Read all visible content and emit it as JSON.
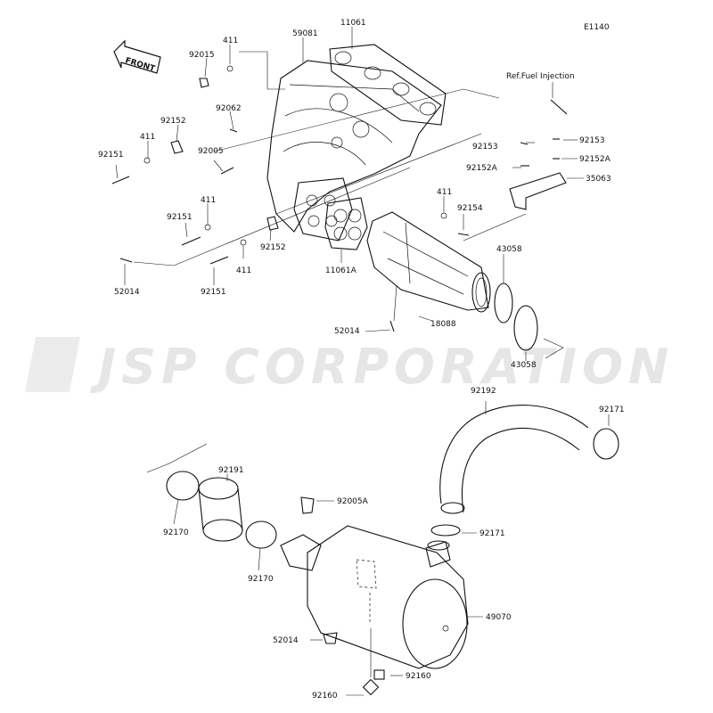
{
  "diagram_code": "E1140",
  "watermark": "JSP CORPORATION",
  "front_arrow_label": "FRONT",
  "ref_note": "Ref.Fuel Injection",
  "labels": {
    "p411_a": "411",
    "p59081": "59081",
    "p11061": "11061",
    "p92015": "92015",
    "p92062": "92062",
    "p92152_a": "92152",
    "p411_b": "411",
    "p92151_a": "92151",
    "p92005": "92005",
    "p411_c": "411",
    "p92151_b": "92151",
    "p92152_b": "92152",
    "p411_d": "411",
    "p52014_a": "52014",
    "p92151_c": "92151",
    "p11061A": "11061A",
    "p92153_a": "92153",
    "p92153_b": "92153",
    "p92152A_a": "92152A",
    "p92152A_b": "92152A",
    "p35063": "35063",
    "p411_e": "411",
    "p92154": "92154",
    "p43058_a": "43058",
    "p43058_b": "43058",
    "p18088": "18088",
    "p52014_b": "52014",
    "p92192": "92192",
    "p92171_a": "92171",
    "p92191": "92191",
    "p92170_a": "92170",
    "p92005A": "92005A",
    "p92171_b": "92171",
    "p92170_b": "92170",
    "p49070": "49070",
    "p52014_c": "52014",
    "p92160_a": "92160",
    "p92160_b": "92160"
  }
}
